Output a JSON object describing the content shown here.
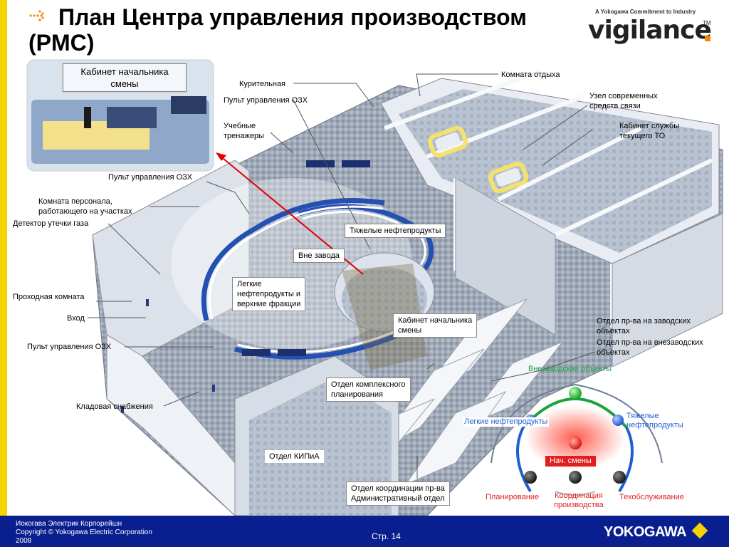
{
  "header": {
    "title_line1": "План Центра управления производством",
    "title_line2": "(PMC)",
    "logo_tagline": "A Yokogawa Commitment to Industry",
    "logo_word": "vigilance",
    "logo_tm": "TM"
  },
  "colors": {
    "accent_yellow": "#f3d400",
    "footer_blue": "#0a1f8f",
    "green": "#1aa33a",
    "blue": "#1f5fd0",
    "red": "#e02020",
    "arrow_red": "#e00000"
  },
  "labels": {
    "shift_office_photo": "Кабинет начальника\nсмены",
    "smoking": "Курительная",
    "rest_room": "Комната отдыха",
    "ozh_console_top": "Пульт управления ОЗХ",
    "comms_node": "Узел современных\nсредств связи",
    "training": "Учебные\nтренажеры",
    "maintenance_office": "Кабинет службы\nтекущего ТО",
    "ozh_console_mid": "Пульт управления ОЗХ",
    "field_staff_room": "Комната персонала,\nработающего на участках",
    "gas_detector": "Детектор утечки газа",
    "heavy_products": "Тяжелые нефтепродукты",
    "offsite": "Вне завода",
    "light_products": "Легкие\nнефтепродукты и\nверхние фракции",
    "checkpoint": "Проходная комната",
    "entrance": "Вход",
    "shift_office": "Кабинет начальника\nсмены",
    "prod_onsite": "Отдел пр-ва на заводских\nобъектах",
    "prod_offsite": "Отдел пр-ва на внезаводских\nобъектах",
    "ozh_console_bottom": "Пульт управления ОЗХ",
    "planning_complex": "Отдел комплексного\nпланирования",
    "supply_storage": "Кладовая снабжения",
    "kip": "Отдел КИПиА",
    "coordination": "Отдел координации пр-ва\nАдминистративный отдел"
  },
  "legend": {
    "offsite": "Внезаводские объекты",
    "light": "Легкие нефтепродукты",
    "heavy": "Тяжелые\nнефтепродукты",
    "shift": "Нач. смены",
    "planning": "Планирование",
    "coordination": "Координация\nпроизводства",
    "maintenance": "Техобслуживание"
  },
  "footer": {
    "company_ru": "Иокогава Электрик Корпорейшн",
    "copyright": "Copyright © Yokogawa Electric Corporation",
    "year": "2008",
    "page": "Стр. 14",
    "brand": "YOKOGAWA"
  }
}
